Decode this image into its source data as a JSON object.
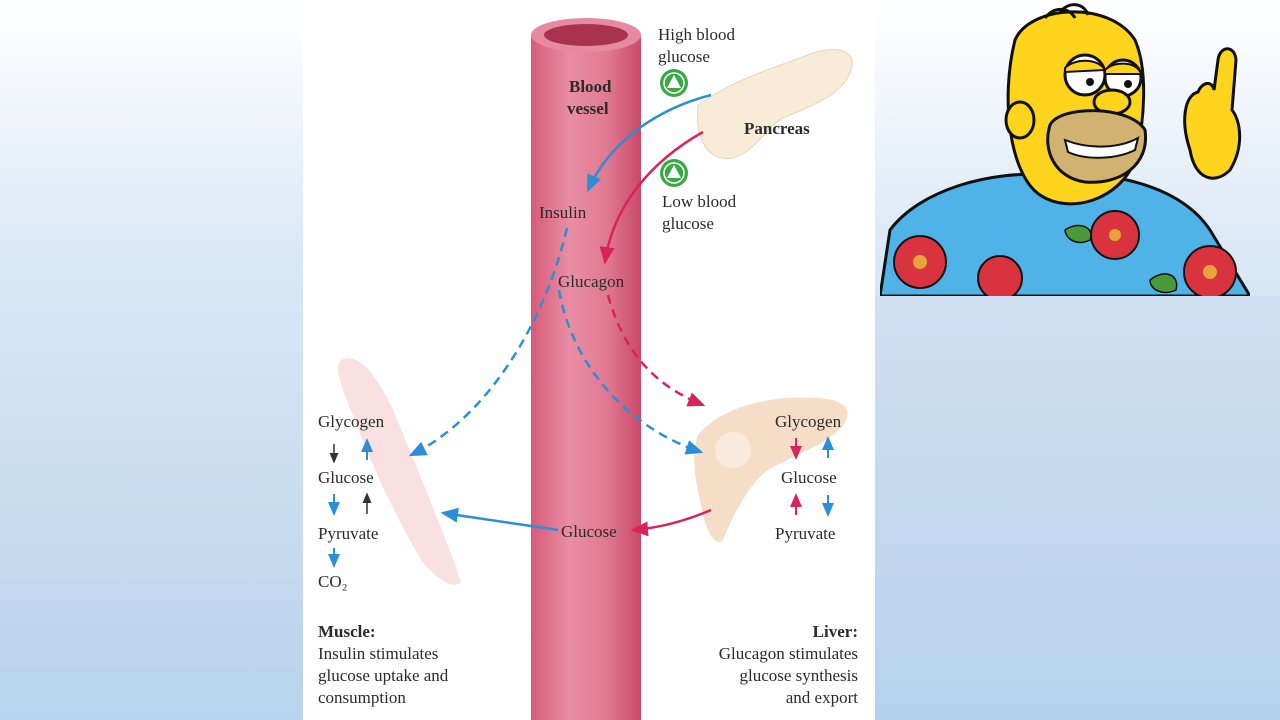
{
  "diagram": {
    "labels": {
      "high_blood_glucose": [
        "High blood",
        "glucose"
      ],
      "low_blood_glucose": [
        "Low blood",
        "glucose"
      ],
      "blood_vessel": [
        "Blood",
        "vessel"
      ],
      "pancreas": "Pancreas",
      "insulin": "Insulin",
      "glucagon": "Glucagon",
      "glucose_center": "Glucose"
    },
    "muscle": {
      "cycle": [
        "Glycogen",
        "Glucose",
        "Pyruvate",
        "CO₂"
      ],
      "caption_title": "Muscle:",
      "caption_lines": [
        "Insulin stimulates",
        "glucose uptake and",
        "consumption"
      ]
    },
    "liver": {
      "cycle": [
        "Glycogen",
        "Glucose",
        "Pyruvate"
      ],
      "caption_title": "Liver:",
      "caption_lines": [
        "Glucagon stimulates",
        "glucose synthesis",
        "and export"
      ]
    },
    "colors": {
      "insulin_arrow": "#2a8fd4",
      "glucagon_arrow": "#d8245a",
      "vessel": "#e07891",
      "indicator": "#3aa845"
    }
  },
  "decor": {
    "character_icon": "cartoon-character-pointing"
  }
}
